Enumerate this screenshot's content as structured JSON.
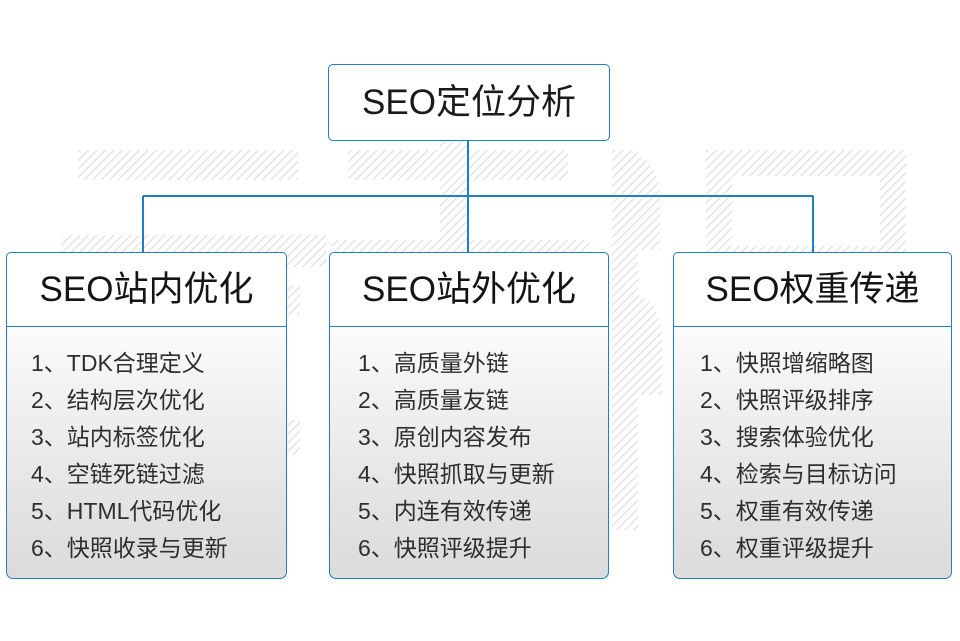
{
  "diagram": {
    "root": {
      "title": "SEO定位分析"
    },
    "watermark_text": "云无限",
    "accent_color": "#1f7fc4",
    "text_color": "#2e2e2e",
    "columns": [
      {
        "heading": "SEO站内优化",
        "items": [
          "1、TDK合理定义",
          "2、结构层次优化",
          "3、站内标签优化",
          "4、空链死链过滤",
          "5、HTML代码优化",
          "6、快照收录与更新"
        ]
      },
      {
        "heading": "SEO站外优化",
        "items": [
          "1、高质量外链",
          "2、高质量友链",
          "3、原创内容发布",
          "4、快照抓取与更新",
          "5、内连有效传递",
          "6、快照评级提升"
        ]
      },
      {
        "heading": "SEO权重传递",
        "items": [
          "1、快照增缩略图",
          "2、快照评级排序",
          "3、搜索体验优化",
          "4、检索与目标访问",
          "5、权重有效传递",
          "6、权重评级提升"
        ]
      }
    ]
  }
}
